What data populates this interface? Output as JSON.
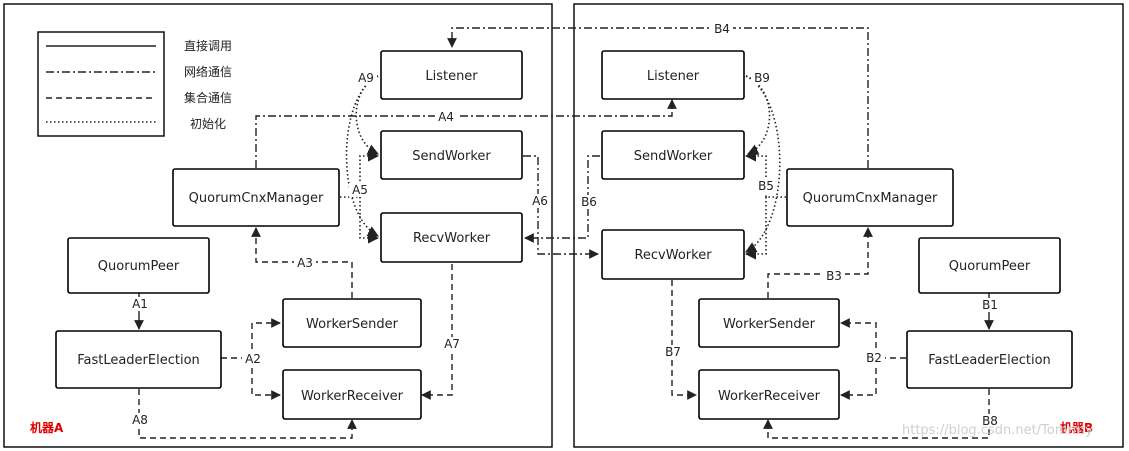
{
  "legend": {
    "direct_call": "直接调用",
    "network": "网络通信",
    "collection": "集合通信",
    "init": "初始化"
  },
  "machines": {
    "a": "机器A",
    "b": "机器B"
  },
  "boxes": {
    "listener": "Listener",
    "send_worker": "SendWorker",
    "recv_worker": "RecvWorker",
    "quorum_cnx_manager": "QuorumCnxManager",
    "quorum_peer": "QuorumPeer",
    "fast_leader_election": "FastLeaderElection",
    "worker_sender": "WorkerSender",
    "worker_receiver": "WorkerReceiver"
  },
  "edges": {
    "a1": "A1",
    "a2": "A2",
    "a3": "A3",
    "a4": "A4",
    "a5": "A5",
    "a6": "A6",
    "a7": "A7",
    "a8": "A8",
    "a9": "A9",
    "b1": "B1",
    "b2": "B2",
    "b3": "B3",
    "b4": "B4",
    "b5": "B5",
    "b6": "B6",
    "b7": "B7",
    "b8": "B8",
    "b9": "B9"
  },
  "watermark": "https://blog.csdn.net/Tomrmy"
}
